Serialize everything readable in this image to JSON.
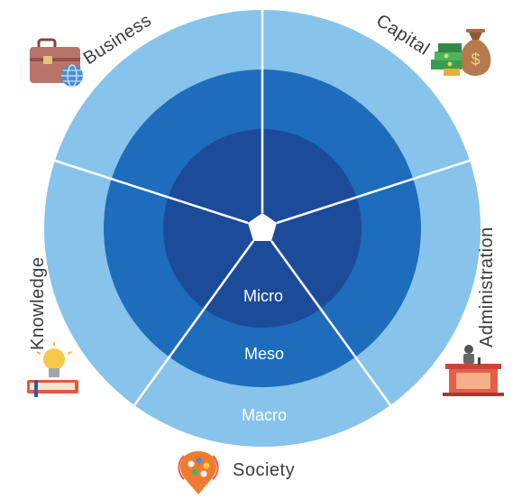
{
  "diagram": {
    "rings": {
      "inner": {
        "label": "Micro"
      },
      "middle": {
        "label": "Meso"
      },
      "outer": {
        "label": "Macro"
      }
    },
    "sectors": [
      {
        "label": "Business",
        "icon": "briefcase-globe-icon"
      },
      {
        "label": "Capital",
        "icon": "money-bag-icon"
      },
      {
        "label": "Administration",
        "icon": "podium-icon"
      },
      {
        "label": "Society",
        "icon": "society-location-pin-icon"
      },
      {
        "label": "Knowledge",
        "icon": "lightbulb-book-icon"
      }
    ],
    "colors": {
      "outer": "#87c3ea",
      "middle": "#1d6dbc",
      "inner": "#1c4b9a",
      "divider": "#ffffff",
      "text": "#3c3c3c"
    }
  }
}
